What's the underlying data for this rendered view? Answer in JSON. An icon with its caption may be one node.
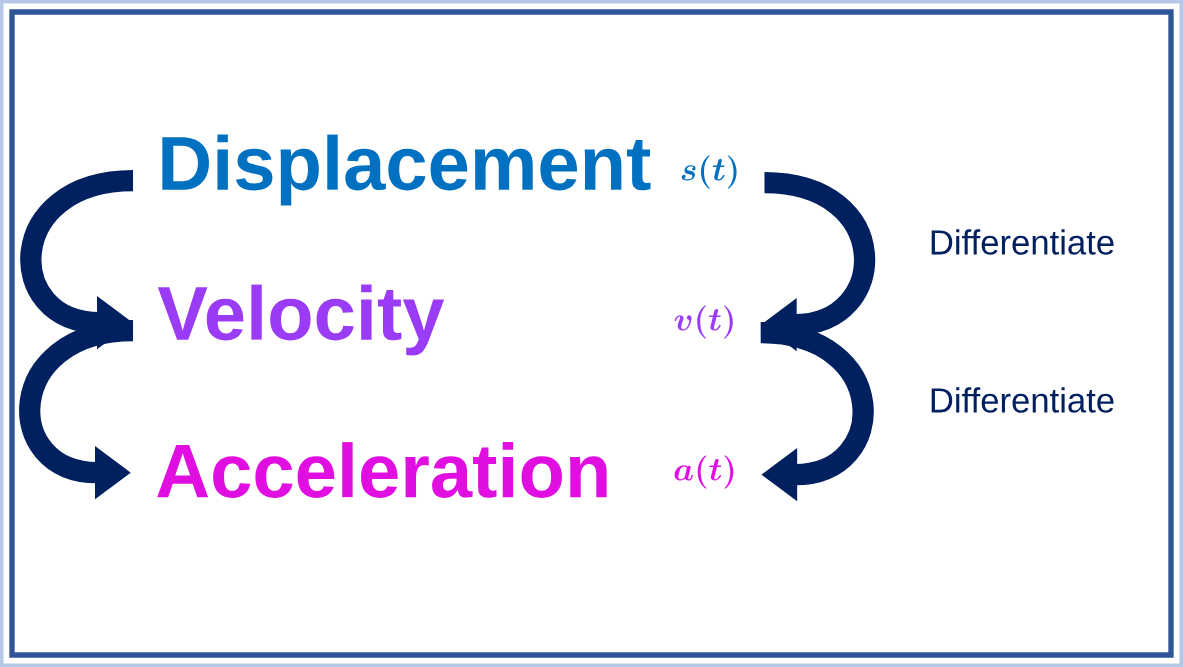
{
  "diagram": {
    "nodes": [
      {
        "text": [
          "Displacement"
        ]
      },
      {
        "text": [
          "s(t)"
        ]
      },
      {
        "text": [
          "Velocity"
        ]
      },
      {
        "text": [
          "v(t)"
        ]
      },
      {
        "text": [
          "Acceleration"
        ]
      },
      {
        "text": [
          "a(t)"
        ]
      }
    ],
    "edges": [
      {
        "from": 0,
        "to": 2,
        "arrow": "to"
      },
      {
        "from": 2,
        "to": 4,
        "arrow": "to"
      },
      {
        "from": 1,
        "to": 3,
        "arrow": "to",
        "label": "Differentiate"
      },
      {
        "from": 3,
        "to": 5,
        "arrow": "to",
        "label": "Differentiate"
      }
    ]
  }
}
